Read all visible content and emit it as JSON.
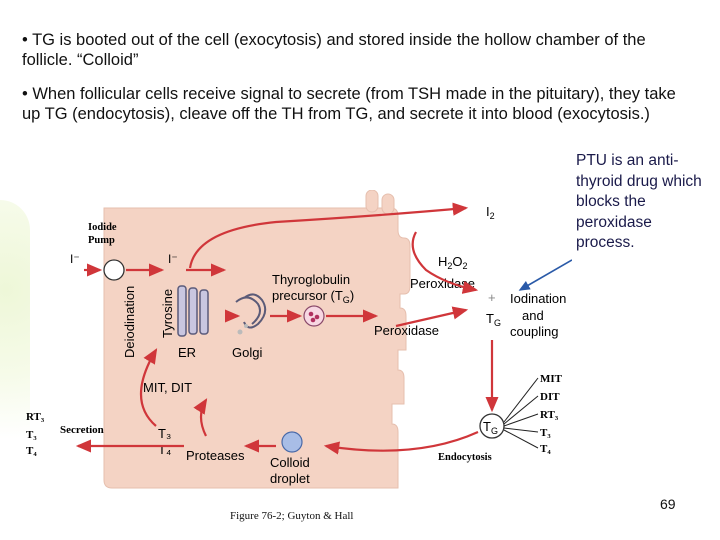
{
  "bullets": [
    "• TG is booted out of the cell (exocytosis) and stored inside the hollow chamber of the follicle.  “Colloid”",
    "• When follicular cells receive signal to secrete (from TSH made in the pituitary), they take up TG (endocytosis), cleave off the TH from TG, and secrete it into blood (exocytosis.)"
  ],
  "side_note": "PTU is an anti-thyroid drug which blocks the peroxidase process.",
  "figure": {
    "iodide_pump_1": "Iodide",
    "iodide_pump_2": "Pump",
    "i_minus_left": "I⁻",
    "i_minus_right": "I⁻",
    "deiodination": "Deiodination",
    "tyrosine": "Tyrosine",
    "er": "ER",
    "golgi": "Golgi",
    "thyroglobulin_1": "Thyroglobulin",
    "thyroglobulin_2": "precursor (T",
    "thyroglobulin_sub": "G",
    "thyroglobulin_end": ")",
    "i2": "I",
    "i2_sub": "2",
    "h2o2_h": "H",
    "h2o2_sub1": "2",
    "h2o2_o": "O",
    "h2o2_sub2": "2",
    "peroxidase_top": "Peroxidase",
    "plus": "+",
    "iodination_1": "Iodination",
    "iodination_2": "and",
    "iodination_3": "coupling",
    "tg_label": "T",
    "tg_sub": "G",
    "peroxidase_mid": "Peroxidase",
    "mit_dit": "MIT, DIT",
    "secretion": "Secretion",
    "rt3_left": "RT₃",
    "t3_left": "T₃",
    "t4_left": "T₄",
    "t3_mid": "T₃",
    "t4_mid": "T₄",
    "proteases": "Proteases",
    "colloid_1": "Colloid",
    "colloid_2": "droplet",
    "endocytosis": "Endocytosis",
    "circle_tg": "T",
    "circle_tg_sub": "G",
    "right_mit": "MIT",
    "right_dit": "DIT",
    "right_rt3": "RT₃",
    "right_t3": "T₃",
    "right_t4": "T₄"
  },
  "caption": "Figure 76-2; Guyton & Hall",
  "page_number": "69",
  "colors": {
    "cell_fill": "#f4d3c4",
    "arrow_red": "#d0363a",
    "note_arrow": "#2a5aa8",
    "droplet": "#a8bde6"
  }
}
